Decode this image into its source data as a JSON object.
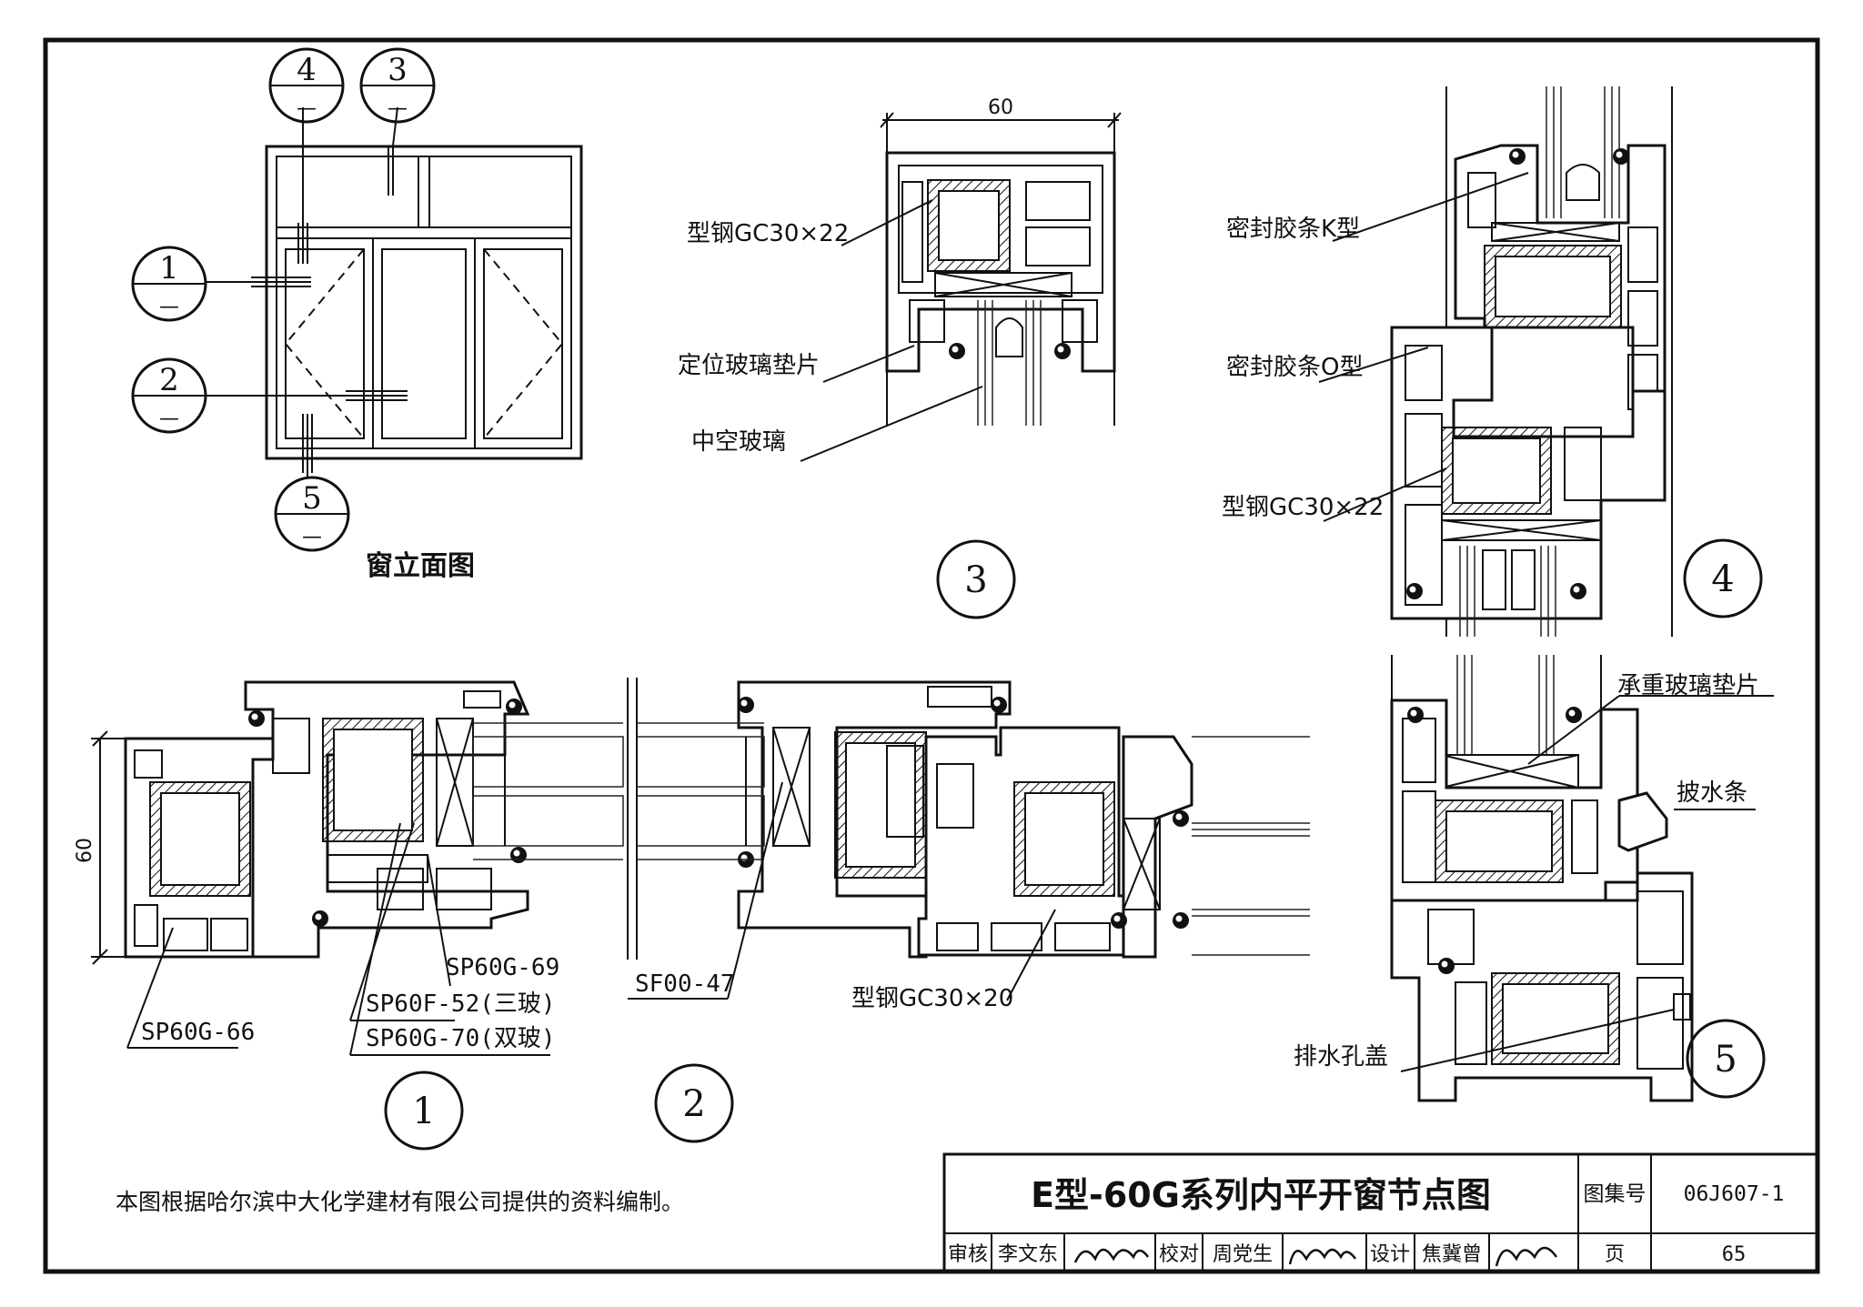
{
  "elevation": {
    "title": "窗立面图",
    "callouts": [
      {
        "num": "4",
        "sub": "—"
      },
      {
        "num": "3",
        "sub": "—"
      },
      {
        "num": "1",
        "sub": "—"
      },
      {
        "num": "2",
        "sub": "—"
      },
      {
        "num": "5",
        "sub": "—"
      }
    ]
  },
  "detail_numbers": [
    "1",
    "2",
    "3",
    "4",
    "5"
  ],
  "detail3": {
    "dimension": "60",
    "labels": [
      "型钢GC30×22",
      "定位玻璃垫片",
      "中空玻璃"
    ]
  },
  "detail4": {
    "labels": [
      "密封胶条K型",
      "密封胶条O型",
      "型钢GC30×22"
    ]
  },
  "detail5": {
    "labels": [
      "承重玻璃垫片",
      "披水条",
      "排水孔盖"
    ]
  },
  "detail12": {
    "dimension": "60",
    "labels": [
      "SP60G-69",
      "SP60F-52(三玻)",
      "SP60G-70(双玻)",
      "SP60G-66",
      "SF00-47",
      "型钢GC30×20"
    ]
  },
  "note": "本图根据哈尔滨中大化学建材有限公司提供的资料编制。",
  "title_block": {
    "title": "E型-60G系列内平开窗节点图",
    "atlas_label": "图集号",
    "atlas_no": "06J607-1",
    "review_label": "审核",
    "reviewer": "李文东",
    "check_label": "校对",
    "checker": "周党生",
    "design_label": "设计",
    "designer": "焦冀曾",
    "page_label": "页",
    "page_no": "65"
  }
}
